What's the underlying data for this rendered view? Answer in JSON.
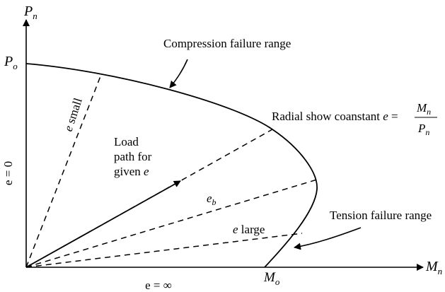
{
  "axes": {
    "y_label": "P",
    "y_label_sub": "n",
    "x_label": "M",
    "x_label_sub": "n",
    "origin_y_label": "P",
    "origin_y_label_sub": "o",
    "origin_x_label": "M",
    "origin_x_label_sub": "o",
    "vertical_axis_caption": "e = 0",
    "horizontal_axis_caption": "e = ∞"
  },
  "annotations": {
    "compression": "Compression failure range",
    "tension": "Tension failure range",
    "radial_prefix": "Radial show coanstant ",
    "radial_e": "e",
    "radial_eq": " =",
    "radial_num": "M",
    "radial_num_sub": "n",
    "radial_den": "P",
    "radial_den_sub": "n",
    "load_line1": "Load",
    "load_line2": "path for",
    "load_line3": "given ",
    "load_line3_e": "e",
    "e_small_e": "e",
    "e_small_word": " small",
    "e_b": "e",
    "e_b_sub": "b",
    "e_large_e": "e",
    "e_large_word": " large"
  },
  "colors": {
    "ink": "#000000",
    "background": "#ffffff"
  }
}
